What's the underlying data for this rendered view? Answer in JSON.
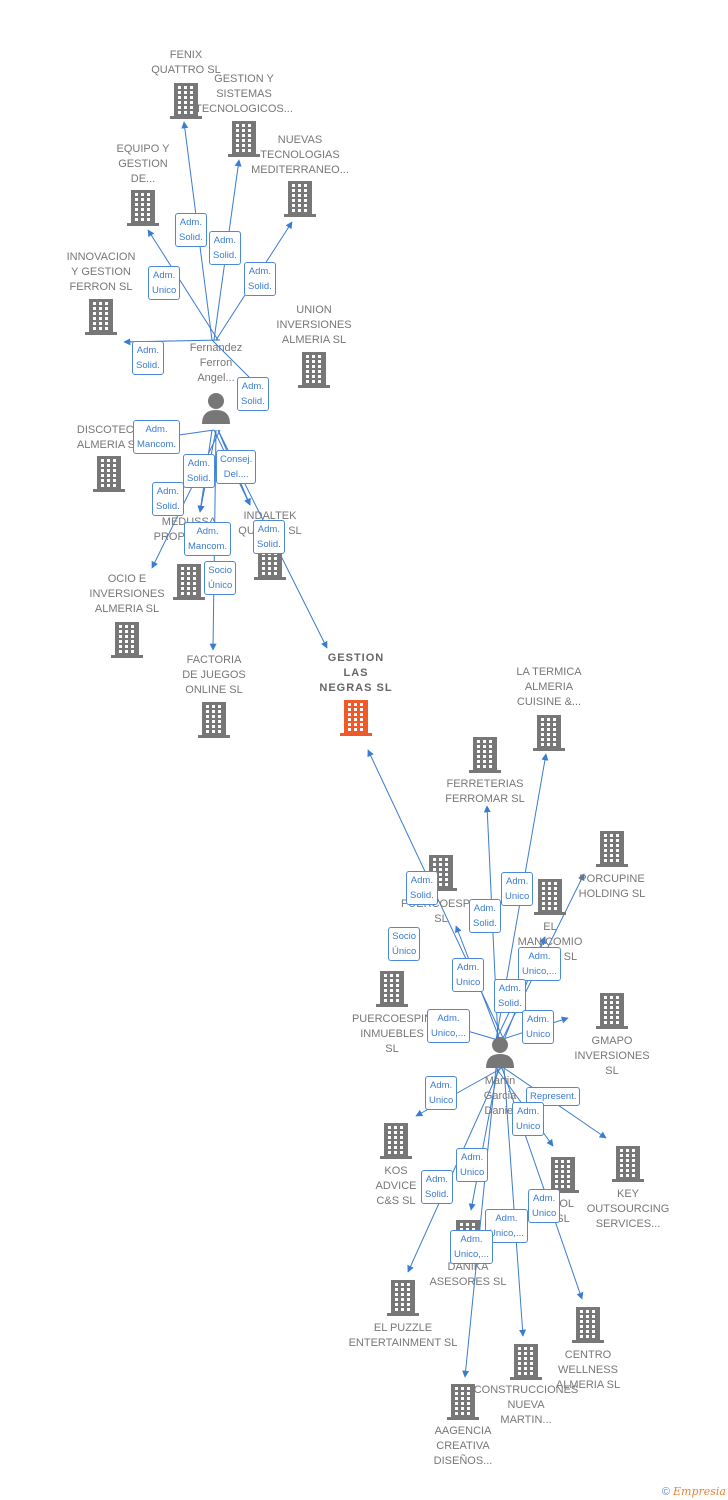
{
  "colors": {
    "edge": "#3a7cd0",
    "node": "#777777",
    "focus": "#f05a28",
    "person": "#777777"
  },
  "companies": [
    {
      "id": "fenix",
      "label": "FENIX\nQUATTRO  SL",
      "icon": "building-icon"
    },
    {
      "id": "gestion_sistemas",
      "label": "GESTION Y\nSISTEMAS\nTECNOLOGICOS...",
      "icon": "building-icon"
    },
    {
      "id": "nuevas",
      "label": "NUEVAS\nTECNOLOGIAS\nMEDITERRANEO...",
      "icon": "building-icon"
    },
    {
      "id": "equipo",
      "label": "EQUIPO Y\nGESTION\nDE...",
      "icon": "building-icon"
    },
    {
      "id": "innovacion",
      "label": "INNOVACION\nY GESTION\nFERRON SL",
      "icon": "building-icon"
    },
    {
      "id": "union",
      "label": "UNION\nINVERSIONES\nALMERIA  SL",
      "icon": "building-icon"
    },
    {
      "id": "discotec",
      "label": "DISCOTECA\nALMERIA SL",
      "icon": "building-icon"
    },
    {
      "id": "medussa",
      "label": "MEDUSSA\nPROPERTIES",
      "icon": "building-icon"
    },
    {
      "id": "indaltek",
      "label": "INDALTEK\nQUALITY  SL",
      "icon": "building-icon"
    },
    {
      "id": "ocio",
      "label": "OCIO E\nINVERSIONES\nALMERIA SL",
      "icon": "building-icon"
    },
    {
      "id": "factoria",
      "label": "FACTORIA\nDE JUEGOS\nONLINE SL",
      "icon": "building-icon"
    },
    {
      "id": "gestion_negras",
      "label": "GESTION\nLAS\nNEGRAS  SL",
      "icon": "building-icon",
      "focus": true
    },
    {
      "id": "termica",
      "label": "LA TERMICA\nALMERIA\nCUISINE &...",
      "icon": "building-icon"
    },
    {
      "id": "ferreterias",
      "label": "FERRETERIAS\nFERROMAR  SL",
      "icon": "building-icon"
    },
    {
      "id": "puerco_esp",
      "label": "PUERCOESPIN\nSL",
      "icon": "building-icon"
    },
    {
      "id": "manicomio",
      "label": "EL\nMANICOMIO\nRESTO SL",
      "icon": "building-icon"
    },
    {
      "id": "porcupine",
      "label": "PORCUPINE\nHOLDING  SL",
      "icon": "building-icon"
    },
    {
      "id": "puerco_inm",
      "label": "PUERCOESPIN\nINMUEBLES\nSL",
      "icon": "building-icon"
    },
    {
      "id": "gmapo",
      "label": "GMAPO\nINVERSIONES\nSL",
      "icon": "building-icon"
    },
    {
      "id": "kos",
      "label": "KOS\nADVICE\nC&S  SL",
      "icon": "building-icon"
    },
    {
      "id": "key",
      "label": "KEY\nOUTSOURCING\nSERVICES...",
      "icon": "building-icon"
    },
    {
      "id": "pol",
      "label": "POL\nSL",
      "icon": "building-icon"
    },
    {
      "id": "danika",
      "label": "DANIKA\nASESORES SL",
      "icon": "building-icon"
    },
    {
      "id": "puzzle",
      "label": "EL PUZZLE\nENTERTAINMENT SL",
      "icon": "building-icon"
    },
    {
      "id": "centro",
      "label": "CENTRO\nWELLNESS\nALMERIA SL",
      "icon": "building-icon"
    },
    {
      "id": "construcciones",
      "label": "CONSTRUCCIONES\nNUEVA\nMARTIN...",
      "icon": "building-icon"
    },
    {
      "id": "aagencia",
      "label": "AAGENCIA\nCREATIVA\nDISEÑOS...",
      "icon": "building-icon"
    }
  ],
  "persons": [
    {
      "id": "fernandez",
      "label": "Fernandez\nFerron\nAngel...",
      "icon": "person-icon"
    },
    {
      "id": "martin",
      "label": "Martin\nGarcia\nDaniel",
      "icon": "person-icon"
    }
  ],
  "relations": [
    {
      "from": "fernandez",
      "to": "fenix",
      "label": "Adm.\nSolid."
    },
    {
      "from": "fernandez",
      "to": "gestion_sistemas",
      "label": "Adm.\nSolid."
    },
    {
      "from": "fernandez",
      "to": "nuevas",
      "label": "Adm.\nSolid."
    },
    {
      "from": "fernandez",
      "to": "equipo",
      "label": "Adm.\nUnico"
    },
    {
      "from": "fernandez",
      "to": "innovacion",
      "label": "Adm.\nSolid."
    },
    {
      "from": "fernandez",
      "to": "union",
      "label": "Adm.\nSolid."
    },
    {
      "from": "fernandez",
      "to": "discotec",
      "label": "Adm.\nMancom."
    },
    {
      "from": "fernandez",
      "to": "medussa",
      "label": "Adm.\nSolid."
    },
    {
      "from": "fernandez",
      "to": "indaltek",
      "label": "Adm.\nSolid."
    },
    {
      "from": "fernandez",
      "to": "ocio",
      "label": "Consej.\nDel...."
    },
    {
      "from": "fernandez",
      "to": "medussa",
      "label": "Adm.\nMancom."
    },
    {
      "from": "fernandez",
      "to": "indaltek",
      "label": "Adm.\nSolid."
    },
    {
      "from": "fernandez",
      "to": "factoria",
      "label": "Socio\nÚnico"
    },
    {
      "from": "fernandez",
      "to": "gestion_negras",
      "label": ""
    },
    {
      "from": "martin",
      "to": "gestion_negras",
      "label": "Adm.\nSolid."
    },
    {
      "from": "martin",
      "to": "termica",
      "label": "Adm.\nUnico"
    },
    {
      "from": "martin",
      "to": "ferreterias",
      "label": "Adm.\nSolid."
    },
    {
      "from": "martin",
      "to": "puerco_esp",
      "label": "Socio\nÚnico"
    },
    {
      "from": "martin",
      "to": "porcupine",
      "label": "Adm.\nUnico,..."
    },
    {
      "from": "martin",
      "to": "manicomio",
      "label": "Adm.\nUnico"
    },
    {
      "from": "martin",
      "to": "manicomio",
      "label": "Adm.\nSolid."
    },
    {
      "from": "martin",
      "to": "puerco_inm",
      "label": "Adm.\nUnico,..."
    },
    {
      "from": "martin",
      "to": "gmapo",
      "label": "Adm.\nUnico"
    },
    {
      "from": "martin",
      "to": "kos",
      "label": "Adm.\nUnico"
    },
    {
      "from": "martin",
      "to": "key",
      "label": "Represent."
    },
    {
      "from": "martin",
      "to": "pol",
      "label": "Adm.\nUnico"
    },
    {
      "from": "martin",
      "to": "danika",
      "label": "Adm.\nUnico"
    },
    {
      "from": "martin",
      "to": "puzzle",
      "label": "Adm.\nSolid."
    },
    {
      "from": "martin",
      "to": "centro",
      "label": "Adm.\nUnico"
    },
    {
      "from": "martin",
      "to": "construcciones",
      "label": "Adm.\nUnico,..."
    },
    {
      "from": "martin",
      "to": "aagencia",
      "label": "Adm.\nUnico,..."
    }
  ],
  "footer": {
    "copyright": "©",
    "brand": "Empresia"
  }
}
